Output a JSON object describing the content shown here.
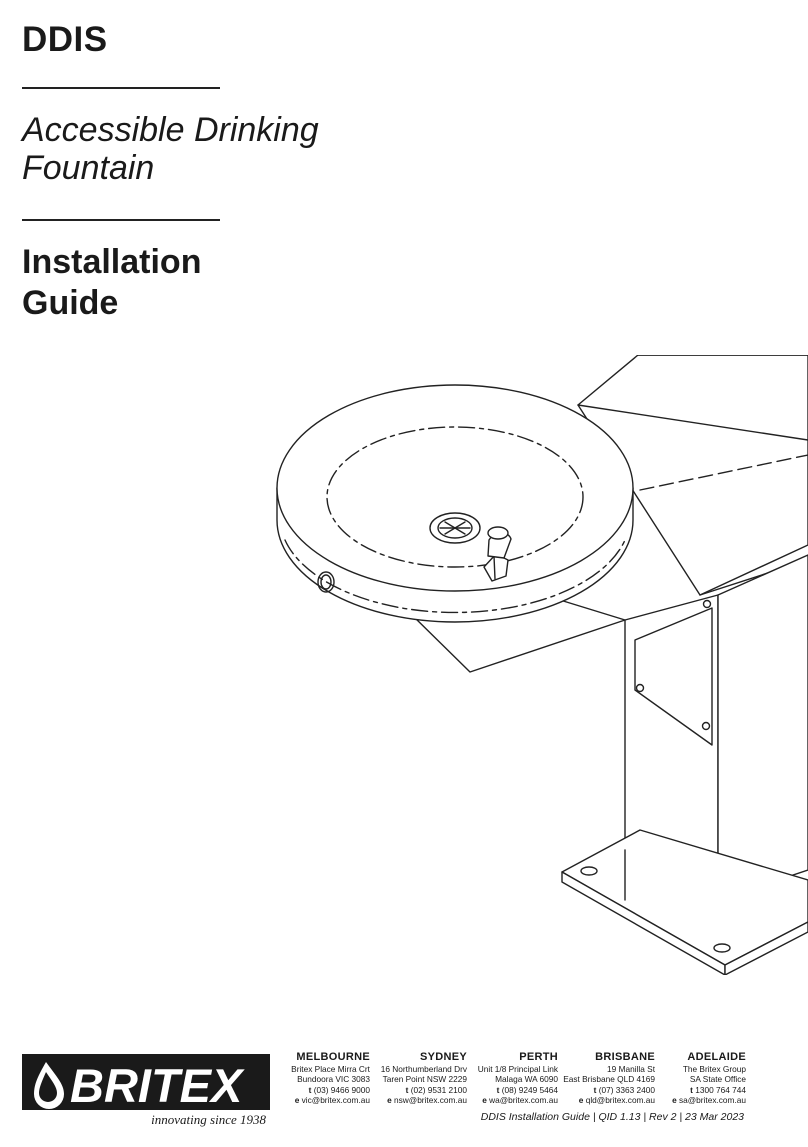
{
  "cover": {
    "product_code": "DDIS",
    "subtitle_line1": "Accessible Drinking",
    "subtitle_line2": "Fountain",
    "title_line1": "Installation",
    "title_line2": "Guide"
  },
  "brand": {
    "name": "BRITEX",
    "tagline": "innovating since 1938",
    "color": "#1a1a1a"
  },
  "offices": [
    {
      "city": "MELBOURNE",
      "address1": "Britex Place Mirra Crt",
      "address2": "Bundoora VIC 3083",
      "t_label": "t",
      "phone": "(03) 9466 9000",
      "e_label": "e",
      "email": "vic@britex.com.au"
    },
    {
      "city": "SYDNEY",
      "address1": "16 Northumberland Drv",
      "address2": "Taren Point NSW 2229",
      "t_label": "t",
      "phone": "(02) 9531 2100",
      "e_label": "e",
      "email": "nsw@britex.com.au"
    },
    {
      "city": "PERTH",
      "address1": "Unit 1/8 Principal Link",
      "address2": "Malaga WA 6090",
      "t_label": "t",
      "phone": "(08) 9249 5464",
      "e_label": "e",
      "email": "wa@britex.com.au"
    },
    {
      "city": "BRISBANE",
      "address1": "19 Manilla St",
      "address2": "East Brisbane QLD 4169",
      "t_label": "t",
      "phone": "(07) 3363 2400",
      "e_label": "e",
      "email": "qld@britex.com.au"
    },
    {
      "city": "ADELAIDE",
      "address1": "The Britex Group",
      "address2": "SA State Office",
      "t_label": "t",
      "phone": "1300  764 744",
      "e_label": "e",
      "email": "sa@britex.com.au"
    }
  ],
  "footer": {
    "reference": "DDIS Installation Guide | QID 1.13 | Rev 2 | 23 Mar 2023"
  }
}
